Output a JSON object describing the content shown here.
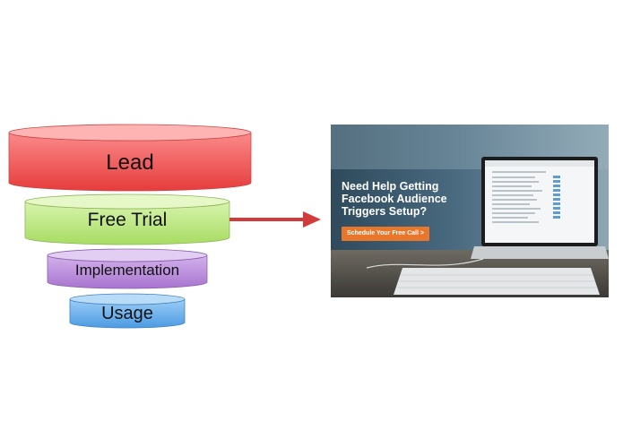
{
  "funnel": {
    "stages": [
      {
        "label": "Lead",
        "color": "#f25555"
      },
      {
        "label": "Free Trial",
        "color": "#bde67f"
      },
      {
        "label": "Implementation",
        "color": "#b98ad9"
      },
      {
        "label": "Usage",
        "color": "#63a9e8"
      }
    ],
    "arrow_color": "#d23b3b"
  },
  "ad": {
    "headline": "Need Help Getting Facebook Audience Triggers Setup?",
    "cta_label": "Schedule Your Free Call >",
    "cta_color": "#e8762b"
  }
}
